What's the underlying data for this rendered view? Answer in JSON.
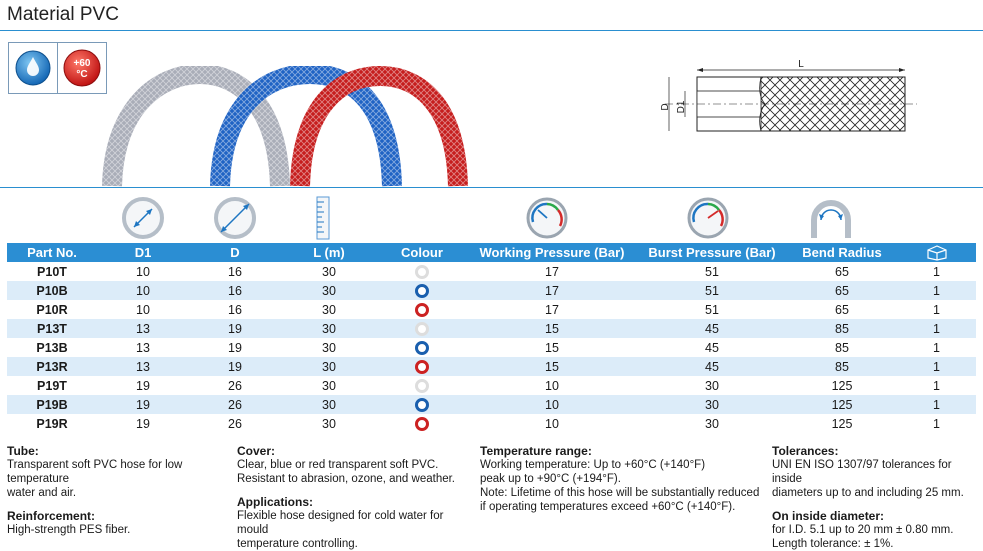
{
  "title": "Material PVC",
  "badges": {
    "temp_line1": "+60",
    "temp_line2": "°C"
  },
  "diagram": {
    "label_L": "L",
    "label_D": "D",
    "label_D1": "D1"
  },
  "colors": {
    "accent": "#2b8ed3",
    "alt_row": "#dcecf9",
    "clear": "#dddddd",
    "blue": "#1a5fae",
    "red": "#cc2222"
  },
  "table": {
    "headers": [
      "Part No.",
      "D1",
      "D",
      "L (m)",
      "Colour",
      "Working Pressure (Bar)",
      "Burst Pressure (Bar)",
      "Bend Radius",
      ""
    ],
    "rows": [
      {
        "part": "P10T",
        "d1": "10",
        "d": "16",
        "l": "30",
        "colour": "clear",
        "wp": "17",
        "bp": "51",
        "br": "65",
        "qty": "1"
      },
      {
        "part": "P10B",
        "d1": "10",
        "d": "16",
        "l": "30",
        "colour": "blue",
        "wp": "17",
        "bp": "51",
        "br": "65",
        "qty": "1"
      },
      {
        "part": "P10R",
        "d1": "10",
        "d": "16",
        "l": "30",
        "colour": "red",
        "wp": "17",
        "bp": "51",
        "br": "65",
        "qty": "1"
      },
      {
        "part": "P13T",
        "d1": "13",
        "d": "19",
        "l": "30",
        "colour": "clear",
        "wp": "15",
        "bp": "45",
        "br": "85",
        "qty": "1"
      },
      {
        "part": "P13B",
        "d1": "13",
        "d": "19",
        "l": "30",
        "colour": "blue",
        "wp": "15",
        "bp": "45",
        "br": "85",
        "qty": "1"
      },
      {
        "part": "P13R",
        "d1": "13",
        "d": "19",
        "l": "30",
        "colour": "red",
        "wp": "15",
        "bp": "45",
        "br": "85",
        "qty": "1"
      },
      {
        "part": "P19T",
        "d1": "19",
        "d": "26",
        "l": "30",
        "colour": "clear",
        "wp": "10",
        "bp": "30",
        "br": "125",
        "qty": "1"
      },
      {
        "part": "P19B",
        "d1": "19",
        "d": "26",
        "l": "30",
        "colour": "blue",
        "wp": "10",
        "bp": "30",
        "br": "125",
        "qty": "1"
      },
      {
        "part": "P19R",
        "d1": "19",
        "d": "26",
        "l": "30",
        "colour": "red",
        "wp": "10",
        "bp": "30",
        "br": "125",
        "qty": "1"
      }
    ]
  },
  "notes": {
    "tube_h": "Tube:",
    "tube_1": "Transparent soft PVC hose for low temperature",
    "tube_2": "water and air.",
    "reinf_h": "Reinforcement:",
    "reinf_1": "High-strength PES fiber.",
    "cover_h": "Cover:",
    "cover_1": "Clear, blue or red transparent soft PVC.",
    "cover_2": "Resistant to abrasion, ozone, and weather.",
    "app_h": "Applications:",
    "app_1": "Flexible hose designed for cold water for mould",
    "app_2": "temperature controlling.",
    "temp_h": "Temperature range:",
    "temp_1": "Working temperature: Up to +60°C (+140°F)",
    "temp_2": "peak up to +90°C (+194°F).",
    "temp_3": "Note: Lifetime of this hose will be substantially reduced",
    "temp_4": "if operating temperatures exceed +60°C (+140°F).",
    "tol_h": "Tolerances:",
    "tol_1": "UNI EN ISO 1307/97 tolerances for inside",
    "tol_2": "diameters up to and including 25 mm.",
    "dia_h": "On inside diameter:",
    "dia_1": "for I.D. 5.1 up to 20 mm ± 0.80 mm.",
    "dia_2": "Length tolerance: ± 1%."
  }
}
